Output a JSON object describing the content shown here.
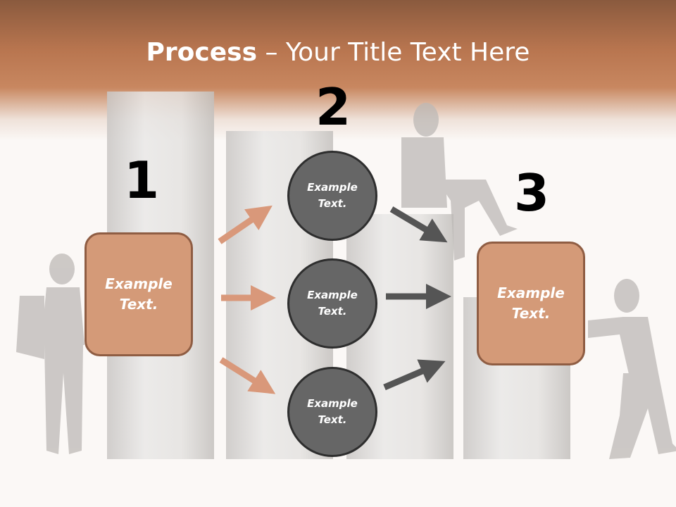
{
  "title": {
    "bold": "Process",
    "rest": " – Your Title Text Here"
  },
  "steps": [
    {
      "number": "1",
      "label": "Example\nText."
    },
    {
      "number": "2"
    },
    {
      "number": "3",
      "label": "Example\nText."
    }
  ],
  "circles": [
    {
      "label": "Example\nText."
    },
    {
      "label": "Example\nText."
    },
    {
      "label": "Example\nText."
    }
  ],
  "colors": {
    "header": "#b8754f",
    "box_fill": "#d49a78",
    "box_border": "#8f5d43",
    "circle_fill": "#666666",
    "arrow_light": "#d9987a",
    "arrow_dark": "#555555"
  }
}
